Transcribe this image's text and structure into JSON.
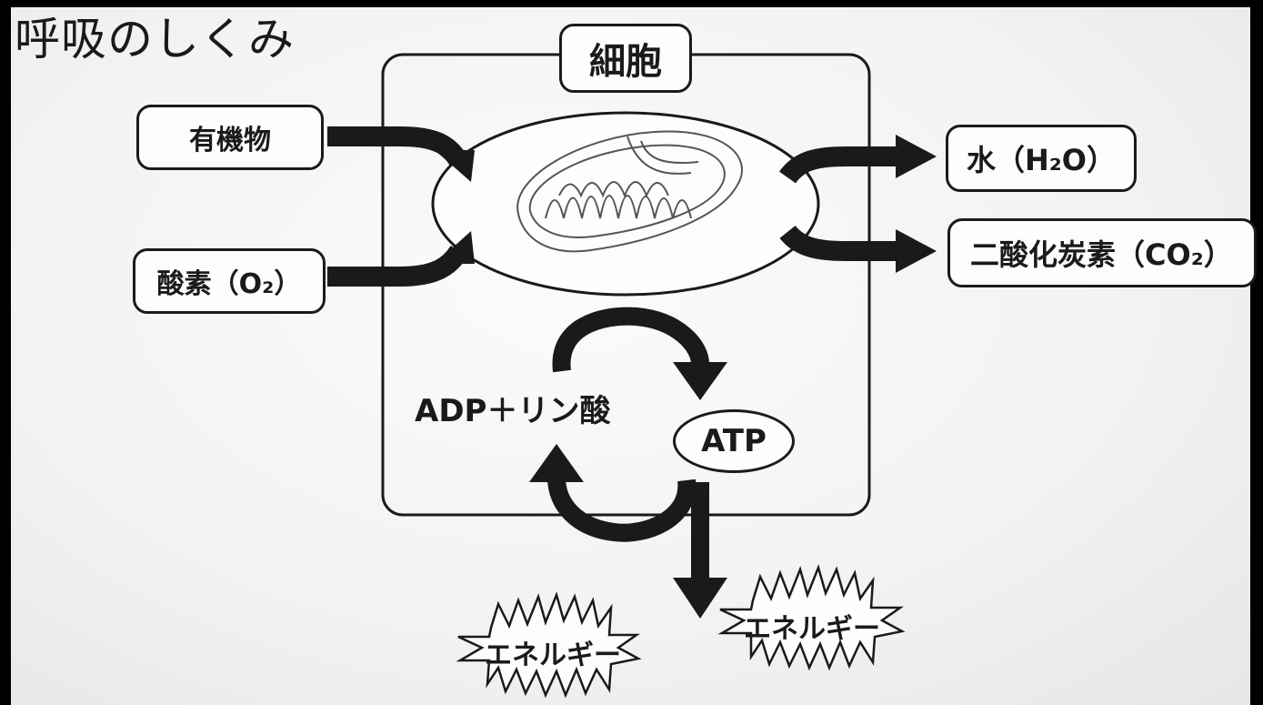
{
  "title": "呼吸のしくみ",
  "cell": {
    "label": "細胞"
  },
  "inputs": [
    {
      "label": "有機物"
    },
    {
      "label": "酸素（O₂）"
    }
  ],
  "outputs": [
    {
      "label": "水（H₂O）"
    },
    {
      "label": "二酸化炭素（CO₂）"
    }
  ],
  "cycle": {
    "substrate": "ADP＋リン酸",
    "product": "ATP"
  },
  "energy": [
    {
      "label": "エネルギー"
    },
    {
      "label": "エネルギー"
    }
  ],
  "colors": {
    "ink": "#1a1a1a",
    "background": "#f5f5f5"
  }
}
